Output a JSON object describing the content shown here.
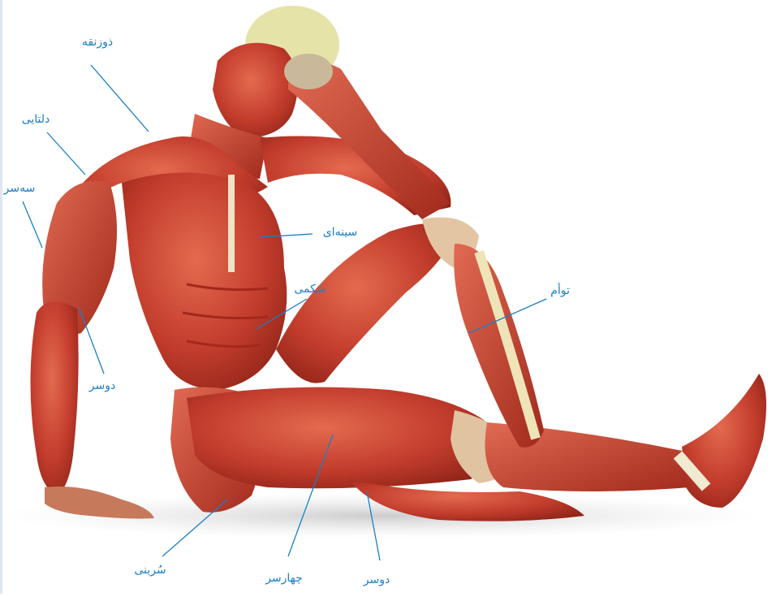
{
  "accent_color": "#1a7fc6",
  "labels": {
    "trapezius": "ذوزنقه",
    "deltoid": "دلتایی",
    "triceps": "سه‌سر",
    "pectoral": "سینه‌ای",
    "abdominal": "شکمی",
    "gastrocnemius": "توأم",
    "biceps_arm": "دوسر",
    "gluteal": "سُرینی",
    "quadriceps": "چهارسر",
    "biceps_leg": "دوسر"
  }
}
